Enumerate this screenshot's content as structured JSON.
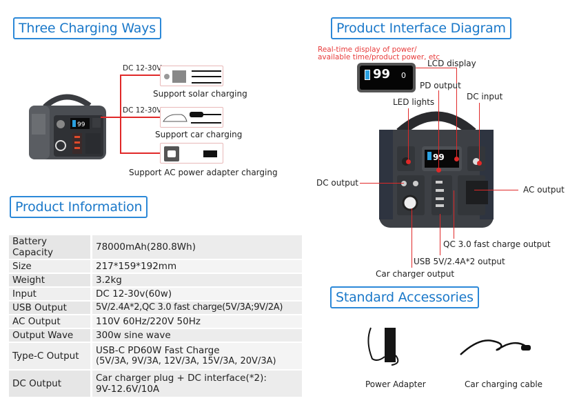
{
  "sections": {
    "charging": "Three Charging Ways",
    "info": "Product Information",
    "interface": "Product Interface Diagram",
    "accessories": "Standard Accessories"
  },
  "charging": {
    "solar": {
      "voltage": "DC 12-30V",
      "label": "Support solar charging"
    },
    "car": {
      "voltage": "DC 12-30V",
      "label": "Support car charging"
    },
    "ac": {
      "label": "Support AC power adapter charging"
    }
  },
  "info_table": [
    {
      "key": "Battery Capacity",
      "value": "78000mAh(280.8Wh)"
    },
    {
      "key": "Size",
      "value": "217*159*192mm"
    },
    {
      "key": "Weight",
      "value": "3.2kg"
    },
    {
      "key": "Input",
      "value": "DC 12-30v(60w)"
    },
    {
      "key": "USB Output",
      "value": "5V/2.4A*2,QC 3.0 fast charge(5V/3A;9V/2A)"
    },
    {
      "key": "AC Output",
      "value": "110V 60Hz/220V 50Hz"
    },
    {
      "key": "Output Wave",
      "value": "300w sine wave"
    },
    {
      "key": "Type-C Output",
      "value": "USB-C PD60W Fast Charge",
      "value2": "(5V/3A, 9V/3A, 12V/3A, 15V/3A, 20V/3A)"
    },
    {
      "key": "DC Output",
      "value": "Car charger plug + DC interface(*2):",
      "value2": "9V-12.6V/10A"
    }
  ],
  "interface": {
    "note_line1": "Real-time display of power/",
    "note_line2": "available time/product power, etc",
    "lcd_value": "99",
    "lcd_small": "0",
    "labels": {
      "lcd": "LCD display",
      "pd": "PD output",
      "led": "LED lights",
      "dc_input": "DC input",
      "dc_output": "DC output",
      "ac_output": "AC output",
      "qc": "QC 3.0 fast charge output",
      "usb": "USB 5V/2.4A*2 output",
      "car": "Car charger output"
    }
  },
  "accessories": [
    {
      "label": "Power Adapter"
    },
    {
      "label": "Car charging cable"
    }
  ]
}
